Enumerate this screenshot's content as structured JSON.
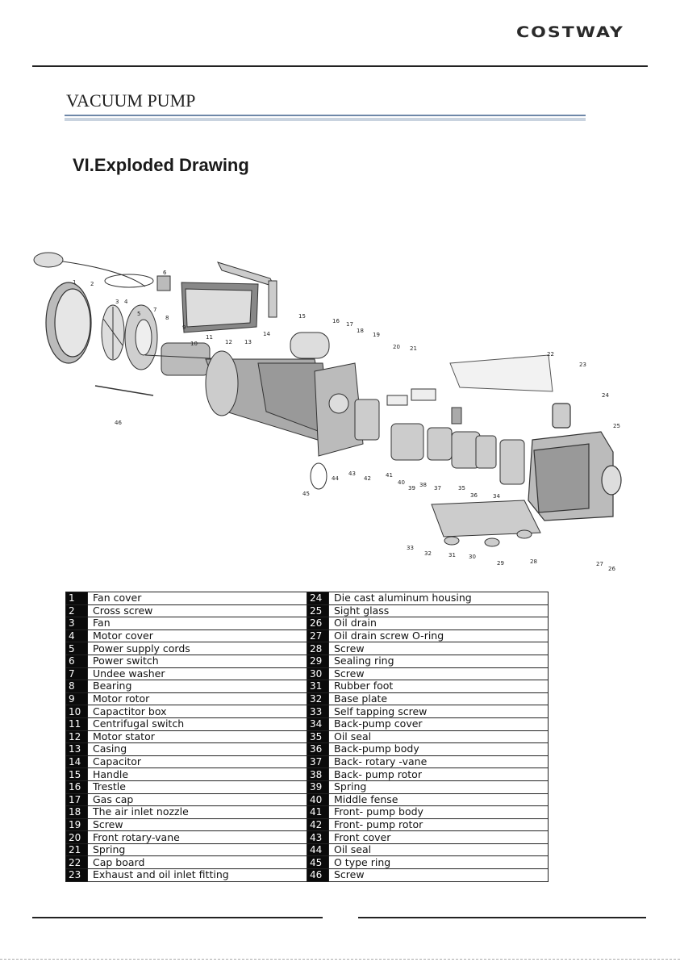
{
  "header": {
    "brand": "COSTWAY"
  },
  "section": {
    "title": "VACUUM PUMP",
    "heading": "VI.Exploded Drawing"
  },
  "callouts": [
    "1",
    "2",
    "3",
    "4",
    "5",
    "6",
    "7",
    "8",
    "9",
    "10",
    "11",
    "12",
    "13",
    "14",
    "15",
    "16",
    "17",
    "18",
    "19",
    "20",
    "21",
    "22",
    "23",
    "24",
    "25",
    "26",
    "27",
    "28",
    "29",
    "30",
    "31",
    "32",
    "33",
    "34",
    "35",
    "36",
    "37",
    "38",
    "39",
    "40",
    "41",
    "42",
    "43",
    "44",
    "45",
    "46"
  ],
  "parts": [
    {
      "num": "1",
      "name": "Fan cover"
    },
    {
      "num": "2",
      "name": "Cross screw"
    },
    {
      "num": "3",
      "name": "Fan"
    },
    {
      "num": "4",
      "name": "Motor cover"
    },
    {
      "num": "5",
      "name": "Power supply cords"
    },
    {
      "num": "6",
      "name": "Power switch"
    },
    {
      "num": "7",
      "name": "Undee washer"
    },
    {
      "num": "8",
      "name": "Bearing"
    },
    {
      "num": "9",
      "name": "Motor rotor"
    },
    {
      "num": "10",
      "name": "Capactitor box"
    },
    {
      "num": "11",
      "name": "Centrifugal switch"
    },
    {
      "num": "12",
      "name": "Motor stator"
    },
    {
      "num": "13",
      "name": "Casing"
    },
    {
      "num": "14",
      "name": "Capacitor"
    },
    {
      "num": "15",
      "name": "Handle"
    },
    {
      "num": "16",
      "name": "Trestle"
    },
    {
      "num": "17",
      "name": "Gas cap"
    },
    {
      "num": "18",
      "name": "The air inlet nozzle"
    },
    {
      "num": "19",
      "name": "Screw"
    },
    {
      "num": "20",
      "name": "Front  rotary-vane"
    },
    {
      "num": "21",
      "name": "Spring"
    },
    {
      "num": "22",
      "name": "Cap board"
    },
    {
      "num": "23",
      "name": "Exhaust and oil inlet fitting"
    },
    {
      "num": "24",
      "name": "Die cast aluminum housing"
    },
    {
      "num": "25",
      "name": "Sight glass"
    },
    {
      "num": "26",
      "name": "Oil drain"
    },
    {
      "num": "27",
      "name": "Oil drain screw O-ring"
    },
    {
      "num": "28",
      "name": "Screw"
    },
    {
      "num": "29",
      "name": "Sealing ring"
    },
    {
      "num": "30",
      "name": "Screw"
    },
    {
      "num": "31",
      "name": "Rubber foot"
    },
    {
      "num": "32",
      "name": "Base plate"
    },
    {
      "num": "33",
      "name": "Self tapping screw"
    },
    {
      "num": "34",
      "name": "Back-pump cover"
    },
    {
      "num": "35",
      "name": "Oil seal"
    },
    {
      "num": "36",
      "name": "Back-pump body"
    },
    {
      "num": "37",
      "name": "Back- rotary -vane"
    },
    {
      "num": "38",
      "name": "Back- pump rotor"
    },
    {
      "num": "39",
      "name": "Spring"
    },
    {
      "num": "40",
      "name": "Middle fense"
    },
    {
      "num": "41",
      "name": "Front- pump body"
    },
    {
      "num": "42",
      "name": "Front- pump rotor"
    },
    {
      "num": "43",
      "name": "Front cover"
    },
    {
      "num": "44",
      "name": "Oil seal"
    },
    {
      "num": "45",
      "name": "O type ring"
    },
    {
      "num": "46",
      "name": "Screw"
    }
  ]
}
